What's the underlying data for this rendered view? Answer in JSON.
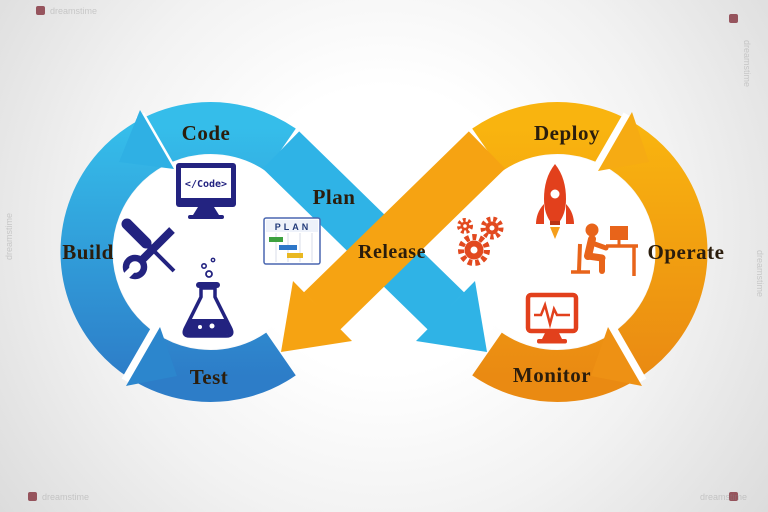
{
  "watermark": {
    "brand": "dreamstime"
  },
  "diagram": {
    "type": "devops-infinity-loop",
    "stages": [
      {
        "label": "Plan"
      },
      {
        "label": "Code"
      },
      {
        "label": "Build"
      },
      {
        "label": "Test"
      },
      {
        "label": "Release"
      },
      {
        "label": "Deploy"
      },
      {
        "label": "Operate"
      },
      {
        "label": "Monitor"
      }
    ],
    "icons": {
      "code_screen_text": "</Code>",
      "plan_card_text": "PLAN",
      "code": "code-monitor-icon",
      "build": "wrench-screwdriver-icon",
      "test": "flask-icon",
      "plan": "gantt-chart-icon",
      "release": "gears-icon",
      "deploy": "rocket-icon",
      "operate": "person-at-desk-icon",
      "monitor": "screen-waveform-icon"
    },
    "colors": {
      "left_loop_top": "#35bdea",
      "left_loop_bottom": "#2d7dc8",
      "left_band": "#2fb3e6",
      "right_loop_top": "#f9b40f",
      "right_loop_bottom": "#ea8a12",
      "right_band": "#f6a312",
      "dev_icon_color": "#232380",
      "ops_icon_color": "#e2491f",
      "label_color": "#2b1d0c"
    }
  }
}
